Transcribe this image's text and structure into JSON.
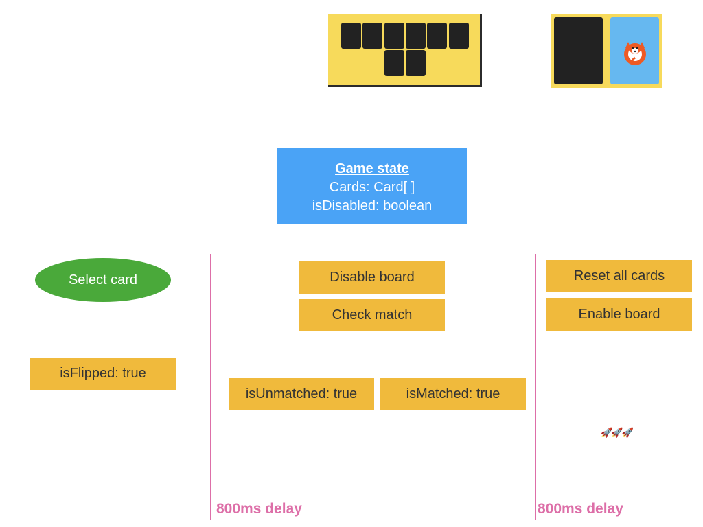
{
  "thumbnails": {
    "board_icon": "card-grid",
    "pair_icon": "fox-card"
  },
  "game_state": {
    "title": "Game state",
    "cards": "Cards: Card[ ]",
    "disabled": "isDisabled: boolean"
  },
  "actions": {
    "select_card": "Select card",
    "is_flipped": "isFlipped: true",
    "disable_board": "Disable board",
    "check_match": "Check match",
    "is_unmatched": "isUnmatched: true",
    "is_matched": "isMatched: true",
    "reset_cards": "Reset all cards",
    "enable_board": "Enable board"
  },
  "delays": {
    "first": "800ms delay",
    "second": "800ms delay"
  },
  "decor": {
    "rockets": "🚀🚀🚀"
  },
  "colors": {
    "state_box": "#4aa3f6",
    "action_box": "#f0ba3c",
    "select_node": "#4aa93a",
    "delay_pink": "#dd6fa8",
    "board_yellow": "#f7da5b",
    "card_back": "#222222",
    "card_face": "#66b8f0"
  }
}
